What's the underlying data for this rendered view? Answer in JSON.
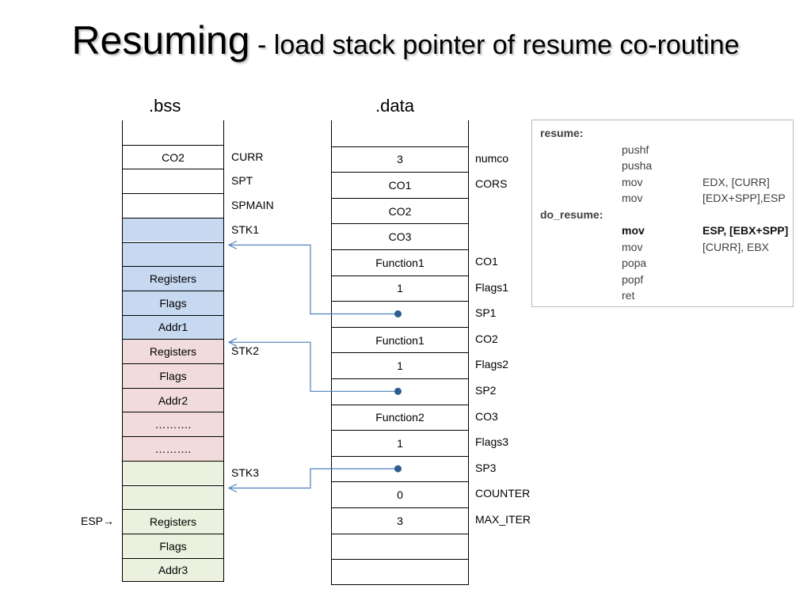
{
  "title": {
    "main": "Resuming",
    "sub": " - load stack pointer of resume co-routine"
  },
  "bss": {
    "heading": ".bss",
    "cells": [
      {
        "text": "",
        "fill": "#ffffff"
      },
      {
        "text": "CO2",
        "fill": "#ffffff"
      },
      {
        "text": "",
        "fill": "#ffffff"
      },
      {
        "text": "",
        "fill": "#ffffff"
      },
      {
        "text": "",
        "fill": "#c6d9f1"
      },
      {
        "text": "",
        "fill": "#c6d9f1"
      },
      {
        "text": "Registers",
        "fill": "#c6d9f1"
      },
      {
        "text": "Flags",
        "fill": "#c6d9f1"
      },
      {
        "text": "Addr1",
        "fill": "#c6d9f1"
      },
      {
        "text": "Registers",
        "fill": "#f2dcdb"
      },
      {
        "text": "Flags",
        "fill": "#f2dcdb"
      },
      {
        "text": "Addr2",
        "fill": "#f2dcdb"
      },
      {
        "text": "……….",
        "fill": "#f2dcdb"
      },
      {
        "text": "……….",
        "fill": "#f2dcdb"
      },
      {
        "text": "",
        "fill": "#ebf1de"
      },
      {
        "text": "",
        "fill": "#ebf1de"
      },
      {
        "text": "Registers",
        "fill": "#ebf1de"
      },
      {
        "text": "Flags",
        "fill": "#ebf1de"
      },
      {
        "text": "Addr3",
        "fill": "#ebf1de"
      }
    ],
    "labels": [
      {
        "row": 1,
        "text": "CURR"
      },
      {
        "row": 2,
        "text": "SPT"
      },
      {
        "row": 3,
        "text": "SPMAIN"
      },
      {
        "row": 4,
        "text": "STK1"
      },
      {
        "row": 9,
        "text": "STK2"
      },
      {
        "row": 14,
        "text": "STK3"
      }
    ],
    "esp_label": "ESP→"
  },
  "data_segment": {
    "heading": ".data",
    "cells": [
      {
        "text": ""
      },
      {
        "text": "3"
      },
      {
        "text": "CO1"
      },
      {
        "text": "CO2"
      },
      {
        "text": "CO3"
      },
      {
        "text": "Function1"
      },
      {
        "text": "1"
      },
      {
        "text": "",
        "pointer": true
      },
      {
        "text": "Function1"
      },
      {
        "text": "1"
      },
      {
        "text": "",
        "pointer": true
      },
      {
        "text": "Function2"
      },
      {
        "text": "1"
      },
      {
        "text": "",
        "pointer": true
      },
      {
        "text": "0"
      },
      {
        "text": "3"
      },
      {
        "text": ""
      },
      {
        "text": ""
      }
    ],
    "labels": [
      {
        "row": 1,
        "text": "numco"
      },
      {
        "row": 2,
        "text": "CORS"
      },
      {
        "row": 5,
        "text": "CO1"
      },
      {
        "row": 6,
        "text": "Flags1"
      },
      {
        "row": 7,
        "text": "SP1"
      },
      {
        "row": 8,
        "text": "CO2"
      },
      {
        "row": 9,
        "text": "Flags2"
      },
      {
        "row": 10,
        "text": "SP2"
      },
      {
        "row": 11,
        "text": "CO3"
      },
      {
        "row": 12,
        "text": "Flags3"
      },
      {
        "row": 13,
        "text": "SP3"
      },
      {
        "row": 14,
        "text": "COUNTER"
      },
      {
        "row": 15,
        "text": "MAX_ITER"
      }
    ]
  },
  "pointers": [
    {
      "from_data_row": 7,
      "to_bss_row": 5
    },
    {
      "from_data_row": 10,
      "to_bss_row": 9
    },
    {
      "from_data_row": 13,
      "to_bss_row": 15
    }
  ],
  "code": {
    "lines": [
      {
        "label": "resume:",
        "op": "",
        "arg": ""
      },
      {
        "label": "",
        "op": "pushf",
        "arg": ""
      },
      {
        "label": "",
        "op": "pusha",
        "arg": ""
      },
      {
        "label": "",
        "op": "mov",
        "arg": "EDX, [CURR]"
      },
      {
        "label": "",
        "op": "mov",
        "arg": "[EDX+SPP],ESP"
      },
      {
        "label": "do_resume:",
        "op": "",
        "arg": ""
      },
      {
        "label": "",
        "op": "mov",
        "arg": "ESP, [EBX+SPP]",
        "bold": true
      },
      {
        "label": "",
        "op": "mov",
        "arg": "[CURR], EBX"
      },
      {
        "label": "",
        "op": "popa",
        "arg": ""
      },
      {
        "label": "",
        "op": "popf",
        "arg": ""
      },
      {
        "label": "",
        "op": "ret",
        "arg": ""
      }
    ]
  },
  "colors": {
    "arrow": "#4f81bd",
    "dot": "#2f5d8f",
    "stk1": "#c6d9f1",
    "stk2": "#f2dcdb",
    "stk3": "#ebf1de"
  }
}
